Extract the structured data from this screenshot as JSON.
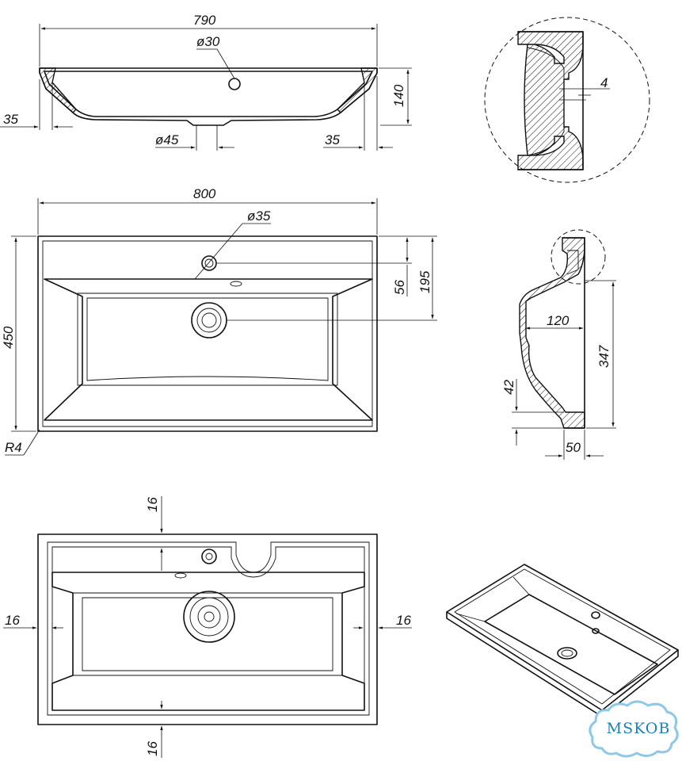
{
  "dimensions": {
    "top_width": "790",
    "top_hole": "ø30",
    "top_height": "140",
    "top_left_edge": "35",
    "top_right_edge": "35",
    "top_drain": "ø45",
    "plan_width": "800",
    "plan_hole": "ø35",
    "plan_depth": "450",
    "plan_56": "56",
    "plan_195": "195",
    "plan_radius": "R4",
    "detail_wall": "4",
    "side_120": "120",
    "side_347": "347",
    "side_42": "42",
    "side_50": "50",
    "bottom_top": "16",
    "bottom_left": "16",
    "bottom_right": "16",
    "bottom_bottom": "16"
  },
  "logo": {
    "text": "MSKOB",
    "color": "#1a80b8"
  }
}
